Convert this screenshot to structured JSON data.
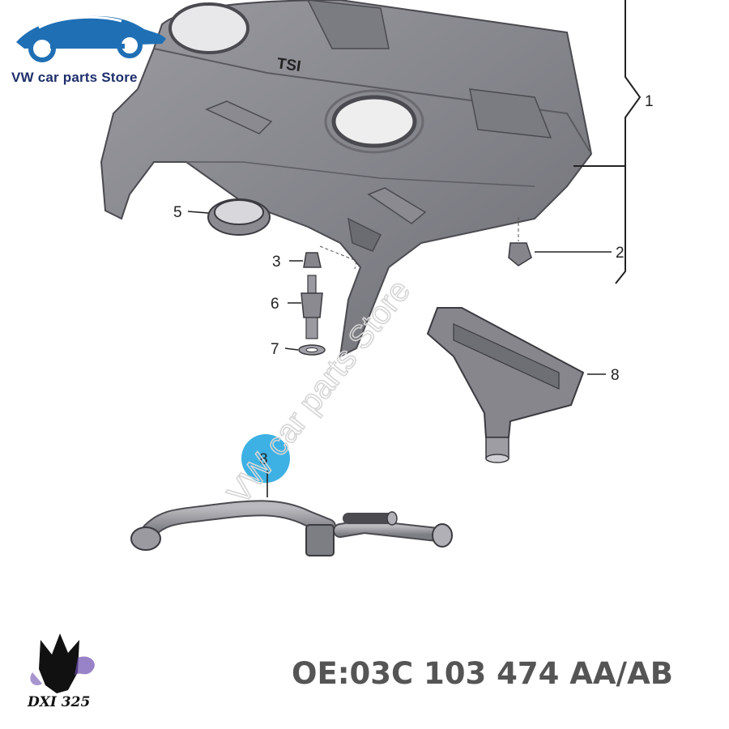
{
  "store": {
    "name": "VW car parts Store",
    "watermark": "VW car parts Store",
    "brand_color": "#1e2f6b",
    "logo_color": "#1f6fb5",
    "logo_icon": "car-wrench-logo"
  },
  "diagram": {
    "cover_badge": "TSI",
    "callouts": [
      "1",
      "2",
      "3",
      "5",
      "6",
      "7",
      "8",
      "8"
    ],
    "highlight_color": "#29a9e1",
    "part_color": "#8e8e94"
  },
  "oe_number": "OE:03C 103 474 AA/AB",
  "signature": {
    "text": "DXI 325",
    "icon": "wolf-head-logo"
  }
}
